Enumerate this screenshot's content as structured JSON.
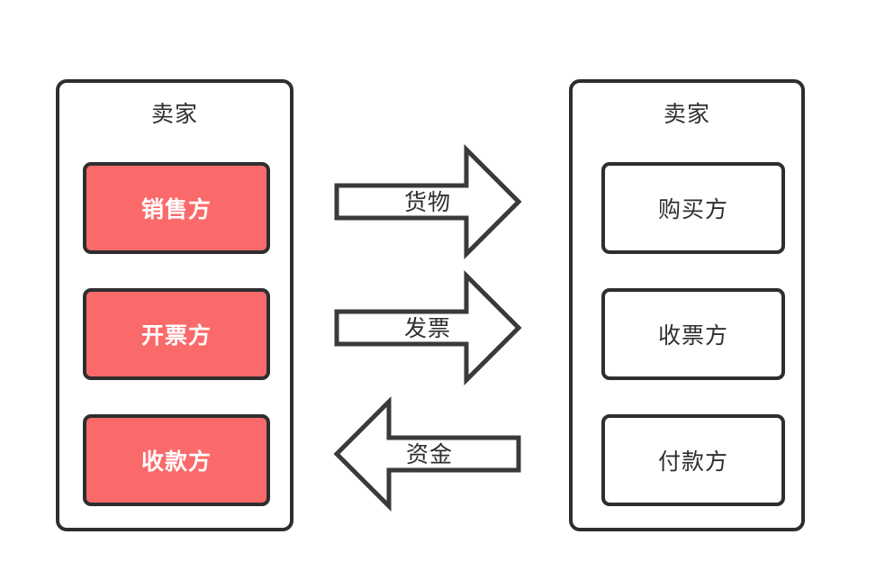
{
  "diagram": {
    "title_text": "",
    "colors": {
      "filled_box_fill": "#fb6a6a",
      "filled_box_text": "#ffffff",
      "border": "#2e2e2e",
      "arrow_stroke": "#3a3a3a",
      "background": "#ffffff"
    },
    "panels": [
      {
        "id": "left",
        "title": "卖家",
        "roles": [
          {
            "label": "销售方",
            "style": "filled"
          },
          {
            "label": "开票方",
            "style": "filled"
          },
          {
            "label": "收款方",
            "style": "filled"
          }
        ]
      },
      {
        "id": "right",
        "title": "卖家",
        "roles": [
          {
            "label": "购买方",
            "style": "hollow"
          },
          {
            "label": "收票方",
            "style": "hollow"
          },
          {
            "label": "付款方",
            "style": "hollow"
          }
        ]
      }
    ],
    "flows": [
      {
        "label": "货物",
        "direction": "right",
        "icon": "arrow-right-icon"
      },
      {
        "label": "发票",
        "direction": "right",
        "icon": "arrow-right-icon"
      },
      {
        "label": "资金",
        "direction": "left",
        "icon": "arrow-left-icon"
      }
    ]
  }
}
